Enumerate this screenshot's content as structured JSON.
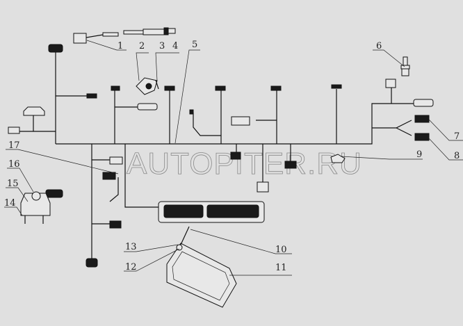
{
  "diagram": {
    "watermark": "AUTOPITER.RU",
    "callouts": [
      "1",
      "2",
      "3",
      "4",
      "5",
      "6",
      "7",
      "8",
      "9",
      "10",
      "11",
      "12",
      "13",
      "14",
      "15",
      "16",
      "17"
    ]
  }
}
